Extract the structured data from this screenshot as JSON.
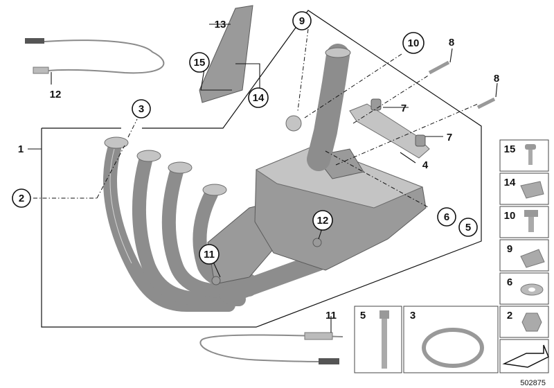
{
  "labels": {
    "l1": "1",
    "l2": "2",
    "l3": "3",
    "l4": "4",
    "l5": "5",
    "l6": "6",
    "l7a": "7",
    "l7b": "7",
    "l8a": "8",
    "l8b": "8",
    "l9": "9",
    "l10": "10",
    "l11a": "11",
    "l11b": "11",
    "l12a": "12",
    "l12b": "12",
    "l13": "13",
    "l14": "14",
    "l15": "15"
  },
  "legend": {
    "r15": "15",
    "r14": "14",
    "r10": "10",
    "r9": "9",
    "r6": "6",
    "r2": "2",
    "b5": "5",
    "b3": "3"
  },
  "reference_number": "502875"
}
